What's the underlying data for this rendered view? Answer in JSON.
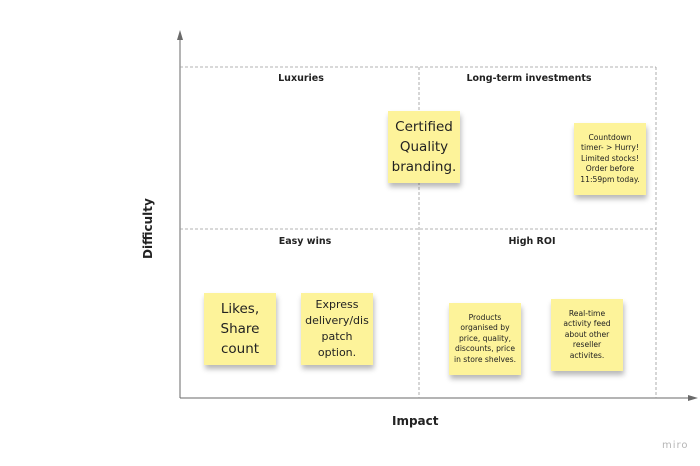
{
  "axes": {
    "x_label": "Impact",
    "y_label": "Difficulty"
  },
  "quadrants": {
    "top_left": "Luxuries",
    "top_right": "Long-term investments",
    "bottom_left": "Easy wins",
    "bottom_right": "High ROI"
  },
  "notes": [
    "Certified Quality branding.",
    "Countdown timer- > Hurry! Limited stocks! Order before 11:59pm today.",
    "Likes, Share count",
    "Express delivery/dis patch option.",
    "Products organised by price, quality, discounts, price in store shelves.",
    "Real-time activity feed about other reseller activites."
  ],
  "watermark": "miro",
  "colors": {
    "note": "#fdf39a",
    "grid": "#9a9a9a",
    "axis": "#6a6a6a"
  }
}
